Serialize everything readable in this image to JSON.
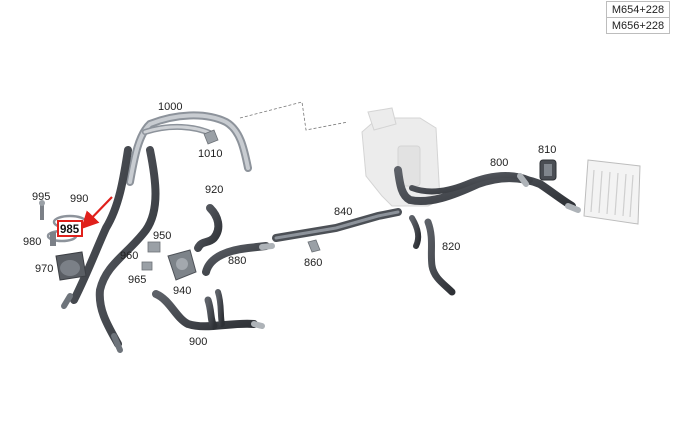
{
  "models": [
    "M654+228",
    "M656+228"
  ],
  "highlight_color": "#e0201b",
  "highlighted_part": "985",
  "parts": [
    {
      "id": "p1000",
      "label": "1000"
    },
    {
      "id": "p1010",
      "label": "1010"
    },
    {
      "id": "p995",
      "label": "995"
    },
    {
      "id": "p990",
      "label": "990"
    },
    {
      "id": "p980",
      "label": "980"
    },
    {
      "id": "p970",
      "label": "970"
    },
    {
      "id": "p920",
      "label": "920"
    },
    {
      "id": "p950",
      "label": "950"
    },
    {
      "id": "p960",
      "label": "960"
    },
    {
      "id": "p965",
      "label": "965"
    },
    {
      "id": "p940",
      "label": "940"
    },
    {
      "id": "p880",
      "label": "880"
    },
    {
      "id": "p900",
      "label": "900"
    },
    {
      "id": "p840",
      "label": "840"
    },
    {
      "id": "p860",
      "label": "860"
    },
    {
      "id": "p800",
      "label": "800"
    },
    {
      "id": "p810",
      "label": "810"
    },
    {
      "id": "p820",
      "label": "820"
    }
  ]
}
